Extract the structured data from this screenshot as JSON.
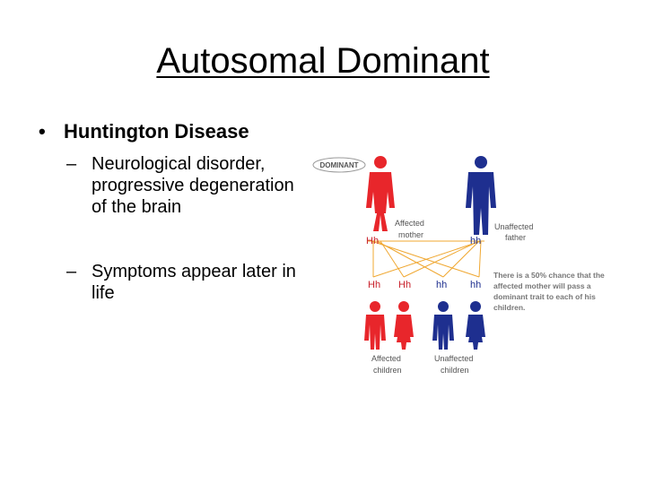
{
  "slide": {
    "title": "Autosomal Dominant",
    "bullets": [
      {
        "text": "Huntington Disease",
        "marker": "•",
        "sub": [
          {
            "marker": "–",
            "text": "Neurological disorder, progressive degeneration of the brain"
          },
          {
            "marker": "–",
            "text": "Symptoms appear later in life"
          }
        ]
      }
    ]
  },
  "diagram": {
    "badge": "DOMINANT",
    "mother_genotype": "Hh",
    "father_genotype": "hh",
    "mother_label": [
      "Affected",
      "mother"
    ],
    "father_label": [
      "Unaffected",
      "father"
    ],
    "children_genotypes": [
      "Hh",
      "Hh",
      "hh",
      "hh"
    ],
    "affected_children_label": [
      "Affected",
      "children"
    ],
    "unaffected_children_label": [
      "Unaffected",
      "children"
    ],
    "note": [
      "There is a 50% chance that the",
      "affected mother will pass a",
      "dominant trait to each of his",
      "children."
    ],
    "colors": {
      "affected": "#e8262b",
      "unaffected": "#1e2f8f",
      "lines": "#f0a832",
      "genotype": "#c8202a",
      "genotype_recessive": "#1e2f8f"
    }
  }
}
